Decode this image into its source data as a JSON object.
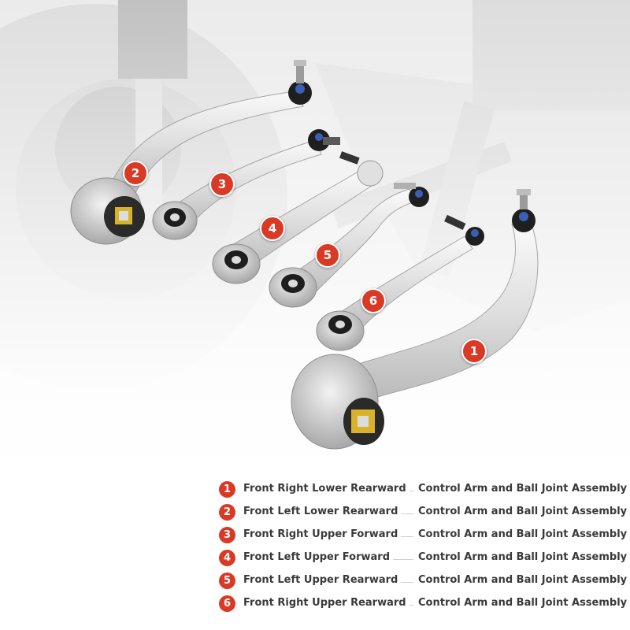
{
  "colors": {
    "accent": "#d93a26",
    "text": "#3a3a3a",
    "leader_line": "#cfcfcf",
    "background": "#ffffff"
  },
  "callouts": [
    {
      "number": "2"
    },
    {
      "number": "3"
    },
    {
      "number": "4"
    },
    {
      "number": "5"
    },
    {
      "number": "6"
    },
    {
      "number": "1"
    }
  ],
  "legend": [
    {
      "number": "1",
      "position": "Front Right Lower Rearward",
      "description": "Control Arm and Ball Joint Assembly"
    },
    {
      "number": "2",
      "position": "Front Left Lower Rearward",
      "description": "Control Arm and Ball Joint Assembly"
    },
    {
      "number": "3",
      "position": "Front Right Upper Forward",
      "description": "Control Arm and Ball Joint Assembly"
    },
    {
      "number": "4",
      "position": "Front Left Upper Forward",
      "description": "Control Arm and Ball Joint Assembly"
    },
    {
      "number": "5",
      "position": "Front Left Upper Rearward",
      "description": "Control Arm and Ball Joint Assembly"
    },
    {
      "number": "6",
      "position": "Front Right Upper Rearward",
      "description": "Control Arm and Ball Joint Assembly"
    }
  ]
}
